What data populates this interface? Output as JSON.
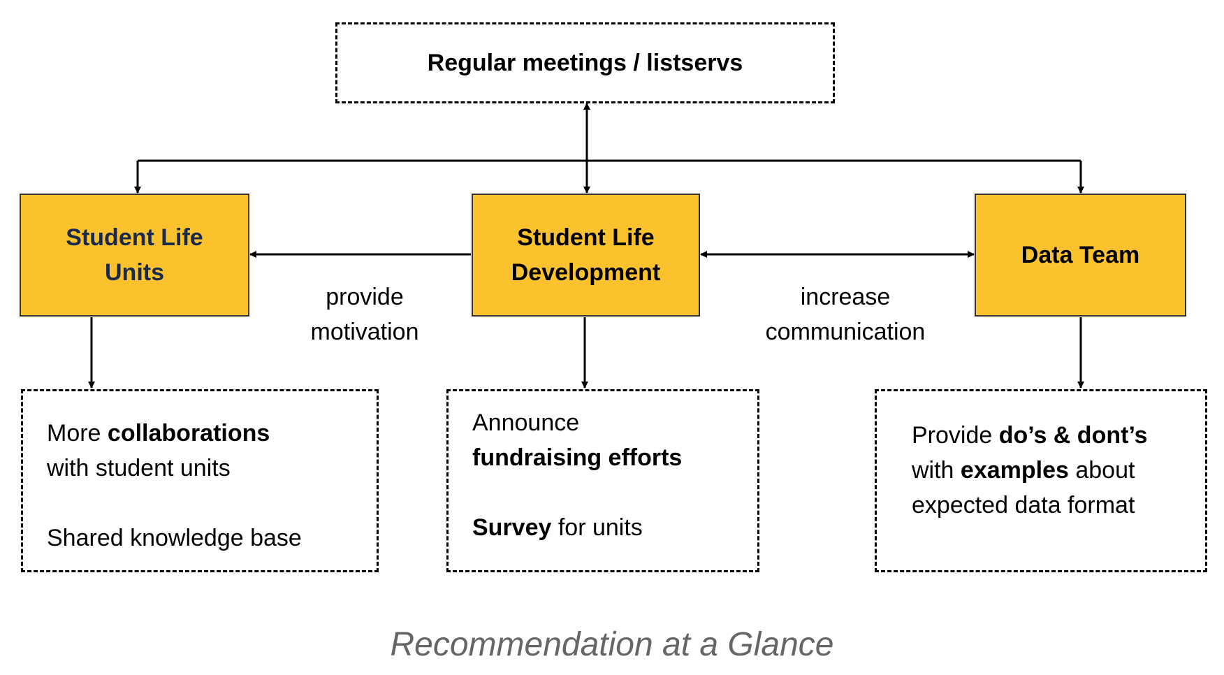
{
  "top_box": {
    "label": "Regular meetings / listservs"
  },
  "nodes": {
    "units": {
      "line1": "Student Life",
      "line2": "Units"
    },
    "development": {
      "line1": "Student Life",
      "line2": "Development"
    },
    "data_team": {
      "label": "Data Team"
    }
  },
  "edge_labels": {
    "provide_motivation": {
      "line1": "provide",
      "line2": "motivation"
    },
    "increase_communication": {
      "line1": "increase",
      "line2": "communication"
    }
  },
  "notes": {
    "units": {
      "line1_pre": "More ",
      "line1_bold": "collaborations",
      "line2": "with student units",
      "line3": "Shared knowledge base"
    },
    "development": {
      "line1": "Announce",
      "line2_bold": "fundraising efforts",
      "line3_bold": "Survey",
      "line3_post": " for units"
    },
    "data_team": {
      "line1_pre": "Provide ",
      "line1_bold": "do’s & dont’s",
      "line2_pre": "with ",
      "line2_bold": "examples",
      "line2_post": " about",
      "line3": "expected data format"
    }
  },
  "caption": "Recommendation at a Glance",
  "colors": {
    "node_fill": "#fcc22d",
    "node_text": "#1a2a4a",
    "caption": "#666666",
    "stroke": "#000000"
  }
}
